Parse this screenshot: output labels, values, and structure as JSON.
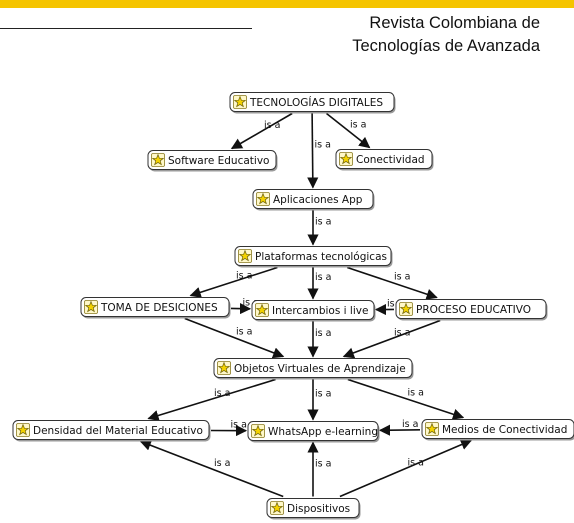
{
  "header": {
    "journal_line1": "Revista Colombiana de",
    "journal_line2": "Tecnologías de Avanzada",
    "accent_color": "#f5c400"
  },
  "diagram": {
    "node_icon": "concept-star-icon",
    "nodes": [
      {
        "id": "tec",
        "label": "TECNOLOGÍAS DIGITALES"
      },
      {
        "id": "sw",
        "label": "Software Educativo"
      },
      {
        "id": "con",
        "label": "Conectividad"
      },
      {
        "id": "app",
        "label": "Aplicaciones App"
      },
      {
        "id": "plat",
        "label": "Plataformas tecnológicas"
      },
      {
        "id": "toma",
        "label": "TOMA DE DESICIONES"
      },
      {
        "id": "inter",
        "label": "Intercambios i live"
      },
      {
        "id": "proc",
        "label": "PROCESO EDUCATIVO"
      },
      {
        "id": "ova",
        "label": "Objetos Virtuales de Aprendizaje"
      },
      {
        "id": "dens",
        "label": "Densidad del Material Educativo"
      },
      {
        "id": "wa",
        "label": "WhatsApp e-learning"
      },
      {
        "id": "med",
        "label": "Medios de Conectividad"
      },
      {
        "id": "disp",
        "label": "Dispositivos"
      }
    ],
    "edges": [
      {
        "from": "tec",
        "to": "sw",
        "label": "is a"
      },
      {
        "from": "tec",
        "to": "app",
        "label": "is a"
      },
      {
        "from": "tec",
        "to": "con",
        "label": "is a"
      },
      {
        "from": "app",
        "to": "plat",
        "label": "is a"
      },
      {
        "from": "plat",
        "to": "toma",
        "label": "is a"
      },
      {
        "from": "plat",
        "to": "inter",
        "label": "is a"
      },
      {
        "from": "plat",
        "to": "proc",
        "label": "is a"
      },
      {
        "from": "toma",
        "to": "inter",
        "label": "is a"
      },
      {
        "from": "proc",
        "to": "inter",
        "label": "is a"
      },
      {
        "from": "toma",
        "to": "ova",
        "label": "is a"
      },
      {
        "from": "inter",
        "to": "ova",
        "label": "is a"
      },
      {
        "from": "proc",
        "to": "ova",
        "label": "is a"
      },
      {
        "from": "ova",
        "to": "dens",
        "label": "is a"
      },
      {
        "from": "ova",
        "to": "wa",
        "label": "is a"
      },
      {
        "from": "ova",
        "to": "med",
        "label": "is a"
      },
      {
        "from": "dens",
        "to": "wa",
        "label": "is a"
      },
      {
        "from": "med",
        "to": "wa",
        "label": "is a"
      },
      {
        "from": "disp",
        "to": "dens",
        "label": "is a"
      },
      {
        "from": "disp",
        "to": "wa",
        "label": "is a"
      },
      {
        "from": "disp",
        "to": "med",
        "label": "is a"
      }
    ]
  }
}
